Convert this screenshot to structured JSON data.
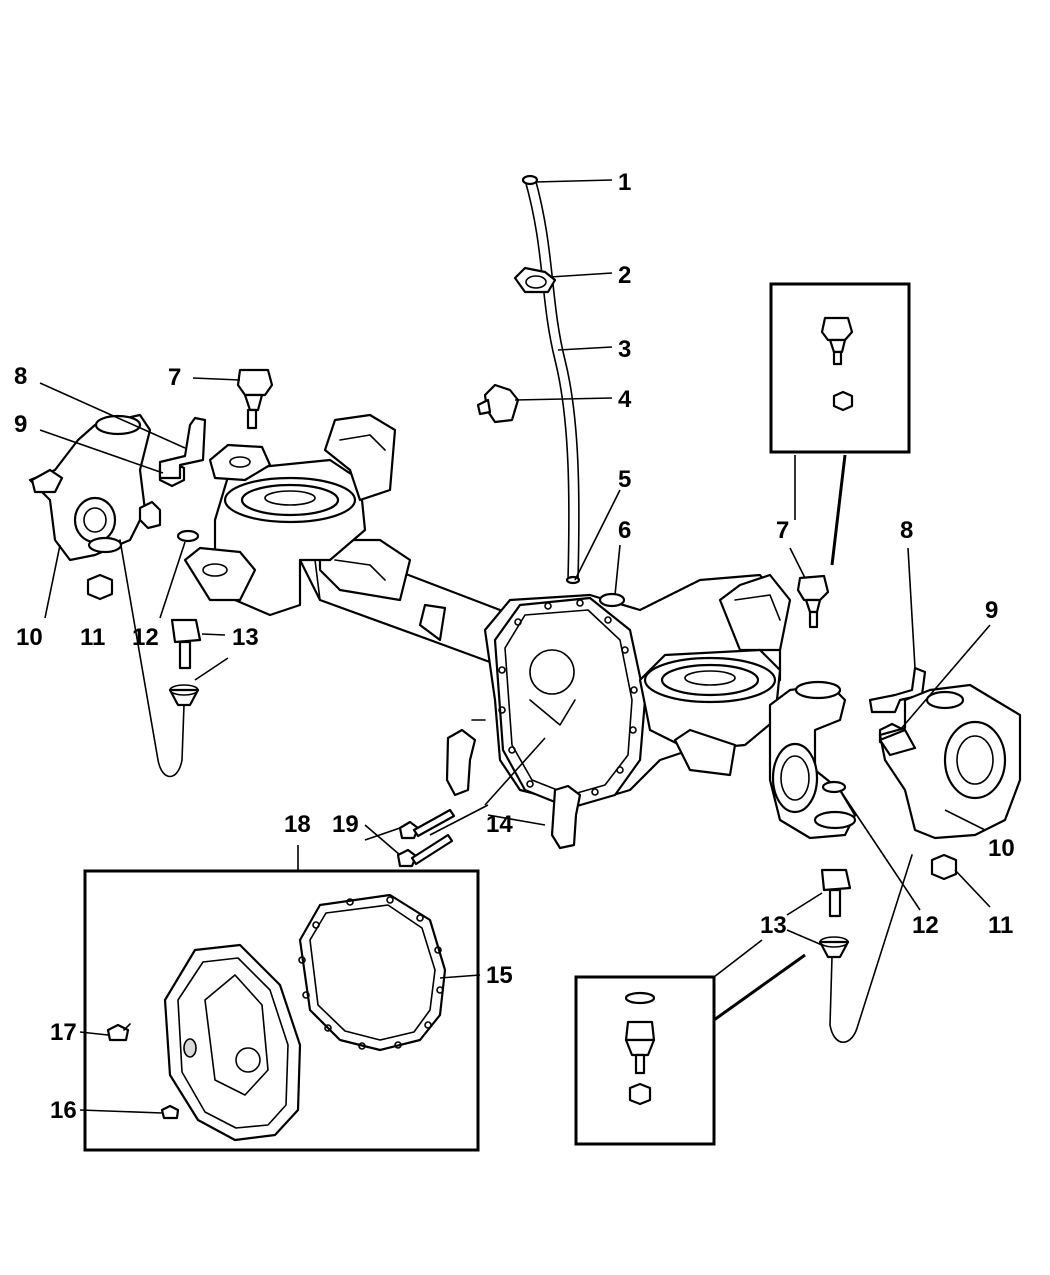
{
  "callouts": {
    "c1": "1",
    "c2": "2",
    "c3": "3",
    "c4": "4",
    "c5": "5",
    "c6": "6",
    "c7_left": "7",
    "c7_right": "7",
    "c8_left": "8",
    "c8_right": "8",
    "c9_left": "9",
    "c9_right": "9",
    "c10_left": "10",
    "c10_right": "10",
    "c11_left": "11",
    "c11_right": "11",
    "c12_left": "12",
    "c12_right": "12",
    "c13_left": "13",
    "c13_right": "13",
    "c14_left": "14",
    "c15": "15",
    "c16": "16",
    "c17": "17",
    "c18": "18",
    "c19": "19"
  }
}
